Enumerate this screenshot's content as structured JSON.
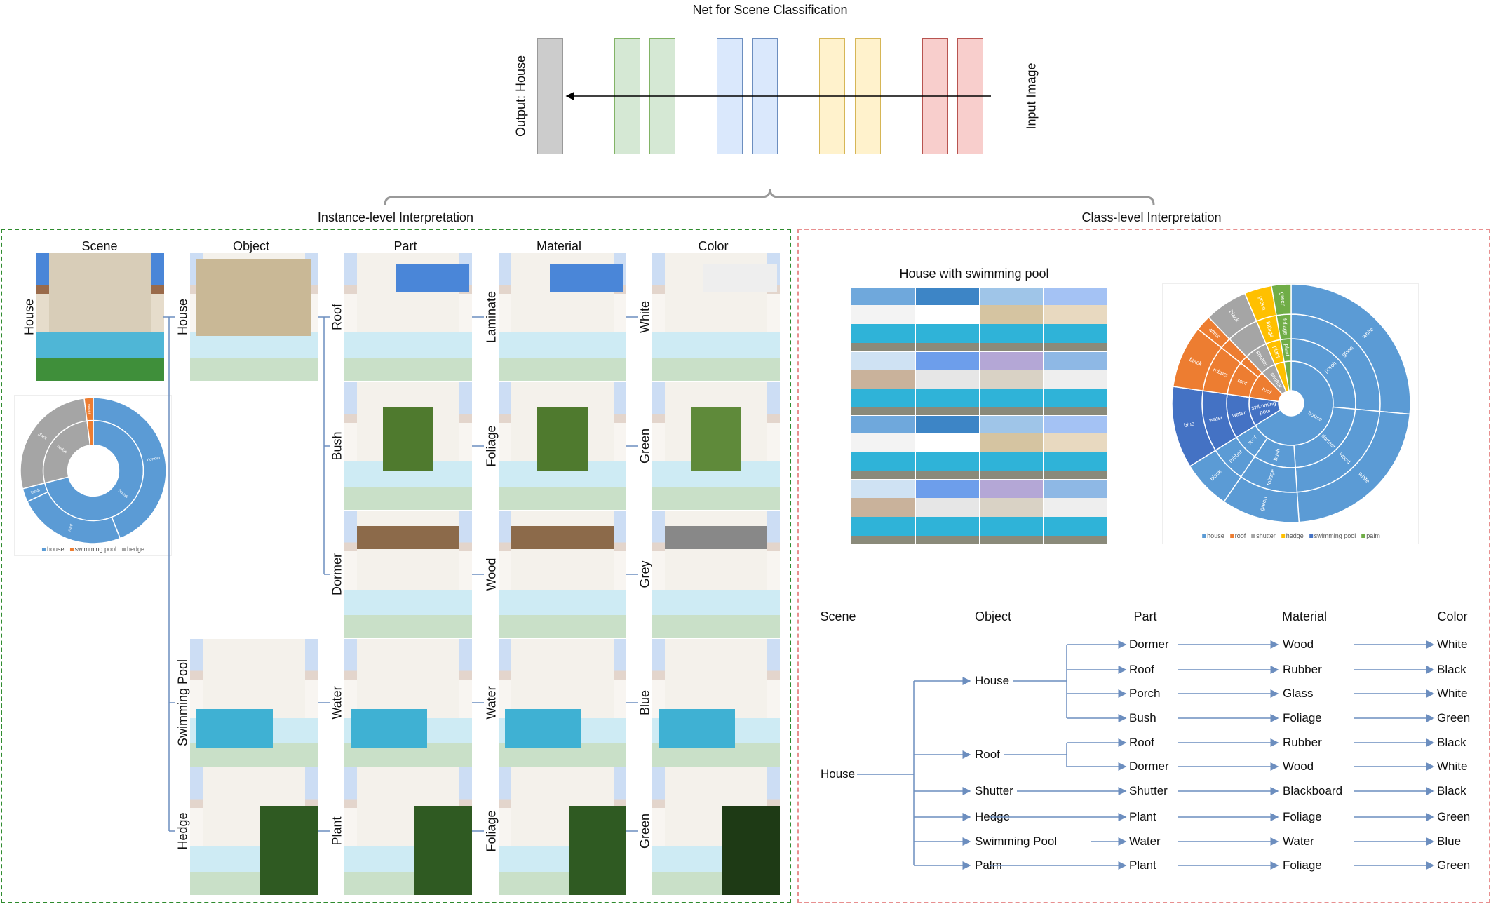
{
  "network": {
    "title": "Net for Scene Classification",
    "output_label": "Output: House",
    "input_label": "Input Image",
    "layer_colors": [
      "#cccccc",
      "#d5e8d4",
      "#d5e8d4",
      "#dae8fc",
      "#dae8fc",
      "#fff2cc",
      "#fff2cc",
      "#f8cecc",
      "#f8cecc"
    ]
  },
  "instance": {
    "title": "Instance-level Interpretation",
    "columns": [
      "Scene",
      "Object",
      "Part",
      "Material",
      "Color"
    ],
    "scene_label": "House",
    "objects": [
      "House",
      "Swimming Pool",
      "Hedge"
    ],
    "parts": [
      "Roof",
      "Bush",
      "Dormer",
      "Water",
      "Plant"
    ],
    "materials": [
      "Laminate",
      "Foliage",
      "Wood",
      "Water",
      "Foliage"
    ],
    "colors": [
      "White",
      "Green",
      "Grey",
      "Blue",
      "Green"
    ],
    "donut": {
      "inner": [
        {
          "label": "house",
          "value": 71,
          "color": "#5b9bd5"
        },
        {
          "label": "hedge",
          "value": 27,
          "color": "#a5a5a5"
        },
        {
          "label": "",
          "value": 2,
          "color": "#ed7d31"
        }
      ],
      "outer": [
        {
          "label": "dormer",
          "value": 44,
          "color": "#5b9bd5"
        },
        {
          "label": "roof",
          "value": 24,
          "color": "#5b9bd5"
        },
        {
          "label": "bush",
          "value": 3,
          "color": "#5b9bd5"
        },
        {
          "label": "plant",
          "value": 27,
          "color": "#a5a5a5"
        },
        {
          "label": "water",
          "value": 2,
          "color": "#ed7d31"
        }
      ],
      "legend": [
        {
          "label": "house",
          "color": "#5b9bd5"
        },
        {
          "label": "swimming pool",
          "color": "#ed7d31"
        },
        {
          "label": "hedge",
          "color": "#a5a5a5"
        }
      ]
    }
  },
  "class_level": {
    "title": "Class-level Interpretation",
    "grid_title": "House with swimming pool",
    "sunburst": {
      "leaves": [
        {
          "path": [
            "house",
            "porch",
            "glass",
            "white"
          ],
          "value": 100,
          "color": "#5b9bd5"
        },
        {
          "path": [
            "house",
            "dormer",
            "wood",
            "white"
          ],
          "value": 85,
          "color": "#5b9bd5"
        },
        {
          "path": [
            "house",
            "bush",
            "foliage",
            "green"
          ],
          "value": 40,
          "color": "#5b9bd5"
        },
        {
          "path": [
            "house",
            "roof",
            "rubber",
            "black"
          ],
          "value": 25,
          "color": "#5b9bd5"
        },
        {
          "path": [
            "swimming pool",
            "water",
            "water",
            "blue"
          ],
          "value": 42,
          "color": "#4472c4"
        },
        {
          "path": [
            "roof",
            "roof",
            "rubber",
            "black"
          ],
          "value": 32,
          "color": "#ed7d31"
        },
        {
          "path": [
            "roof",
            "",
            "",
            "white"
          ],
          "value": 8,
          "color": "#ed7d31"
        },
        {
          "path": [
            "shutter",
            "shutter",
            "",
            "black"
          ],
          "value": 22,
          "color": "#a5a5a5"
        },
        {
          "path": [
            "",
            "plant",
            "foliage",
            "green"
          ],
          "value": 14,
          "color": "#ffc000"
        },
        {
          "path": [
            "",
            "plant",
            "foliage",
            "green"
          ],
          "value": 10,
          "color": "#70ad47"
        }
      ],
      "legend": [
        {
          "label": "house",
          "color": "#5b9bd5"
        },
        {
          "label": "roof",
          "color": "#ed7d31"
        },
        {
          "label": "shutter",
          "color": "#a5a5a5"
        },
        {
          "label": "hedge",
          "color": "#ffc000"
        },
        {
          "label": "swimming pool",
          "color": "#4472c4"
        },
        {
          "label": "palm",
          "color": "#70ad47"
        }
      ]
    },
    "tree": {
      "headers": [
        "Scene",
        "Object",
        "Part",
        "Material",
        "Color"
      ],
      "scene": "House",
      "objects": [
        "House",
        "Roof",
        "Shutter",
        "Hedge",
        "Swimming Pool",
        "Palm"
      ],
      "rows": [
        {
          "part": "Dormer",
          "material": "Wood",
          "color": "White"
        },
        {
          "part": "Roof",
          "material": "Rubber",
          "color": "Black"
        },
        {
          "part": "Porch",
          "material": "Glass",
          "color": "White"
        },
        {
          "part": "Bush",
          "material": "Foliage",
          "color": "Green"
        },
        {
          "part": "Roof",
          "material": "Rubber",
          "color": "Black"
        },
        {
          "part": "Dormer",
          "material": "Wood",
          "color": "White"
        },
        {
          "part": "Shutter",
          "material": "Blackboard",
          "color": "Black"
        },
        {
          "part": "Plant",
          "material": "Foliage",
          "color": "Green"
        },
        {
          "part": "Water",
          "material": "Water",
          "color": "Blue"
        },
        {
          "part": "Plant",
          "material": "Foliage",
          "color": "Green"
        }
      ]
    }
  }
}
